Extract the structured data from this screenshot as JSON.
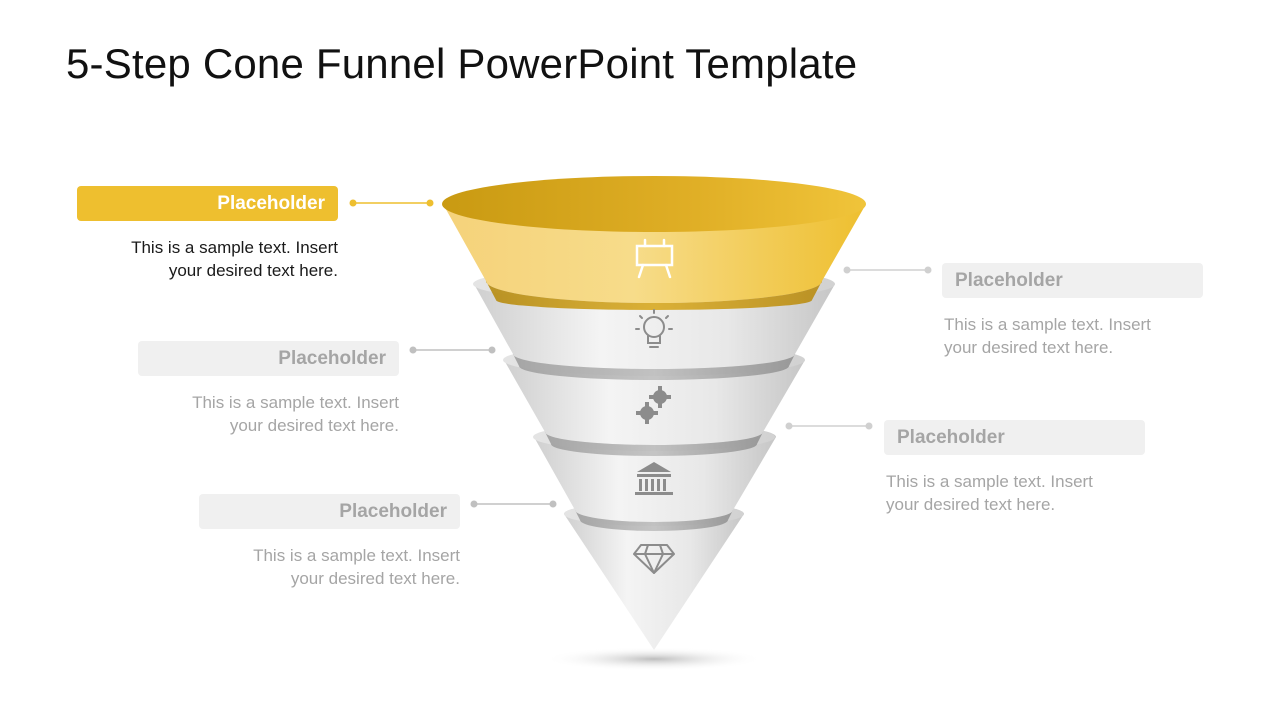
{
  "title": "5-Step Cone Funnel PowerPoint Template",
  "colors": {
    "accent": "#eebf2f",
    "inactive_box": "#f0f0f0",
    "inactive_text": "#a5a5a5",
    "cone_light": "#f2f2f2",
    "cone_dark": "#c8c8c8"
  },
  "steps": [
    {
      "label": "Placeholder",
      "text_line1": "This is a sample text. Insert",
      "text_line2": "your desired text here.",
      "icon": "billboard-icon",
      "active": true
    },
    {
      "label": "Placeholder",
      "text_line1": "This is a sample text. Insert",
      "text_line2": "your desired text here.",
      "icon": "lightbulb-icon",
      "active": false
    },
    {
      "label": "Placeholder",
      "text_line1": "This is a sample text. Insert",
      "text_line2": "your desired text here.",
      "icon": "gears-icon",
      "active": false
    },
    {
      "label": "Placeholder",
      "text_line1": "This is a sample text. Insert",
      "text_line2": "your desired text here.",
      "icon": "bank-icon",
      "active": false
    },
    {
      "label": "Placeholder",
      "text_line1": "This is a sample text. Insert",
      "text_line2": "your desired text here.",
      "icon": "diamond-icon",
      "active": false
    }
  ]
}
